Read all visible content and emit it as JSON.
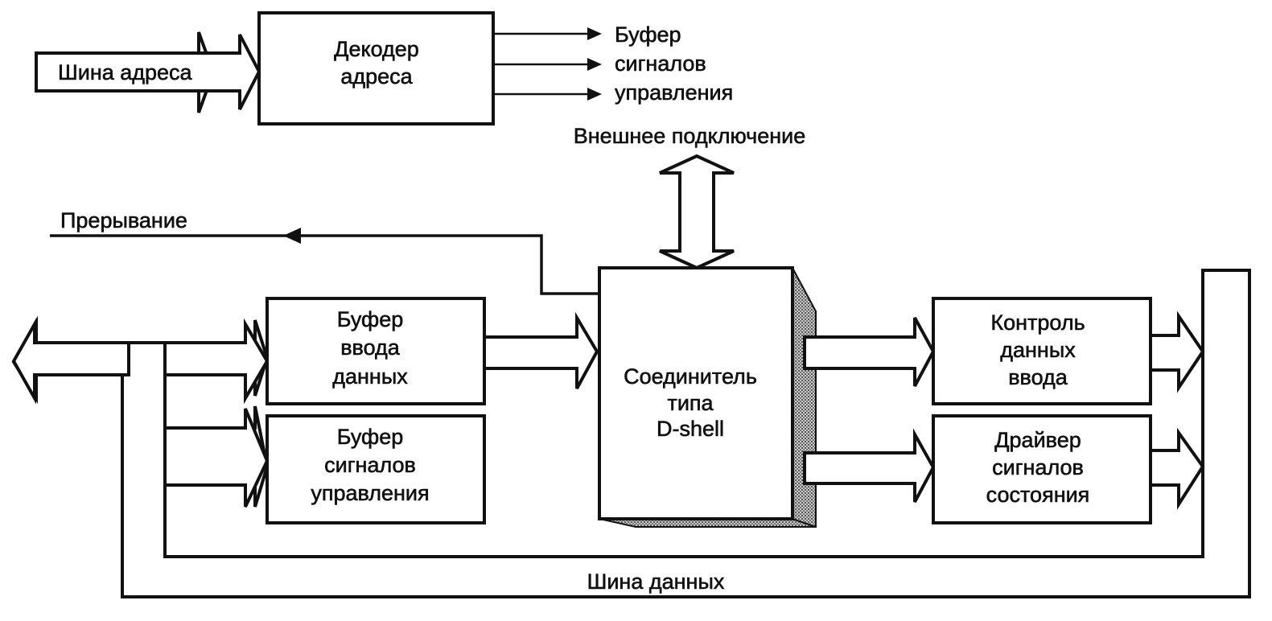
{
  "diagram": {
    "title": "",
    "colors": {
      "line": "#111111",
      "fill": "#ffffff",
      "shade": "#9a9a9a"
    },
    "address_bus": {
      "label": "Шина адреса"
    },
    "address_decoder": {
      "label_lines": [
        "Декодер",
        "адреса"
      ]
    },
    "decoder_outputs": {
      "target_lines": [
        "Буфер",
        "сигналов",
        "управления"
      ]
    },
    "external_connection": {
      "label": "Внешнее подключение"
    },
    "interrupt": {
      "label": "Прерывание"
    },
    "input_buffer": {
      "label_lines": [
        "Буфер",
        "ввода",
        "данных"
      ]
    },
    "control_buffer": {
      "label_lines": [
        "Буфер",
        "сигналов",
        "управления"
      ]
    },
    "connector": {
      "label_lines": [
        "Соединитель",
        "типа",
        "D-shell"
      ]
    },
    "input_control": {
      "label_lines": [
        "Контроль",
        "данных",
        "ввода"
      ]
    },
    "status_driver": {
      "label_lines": [
        "Драйвер",
        "сигналов",
        "состояния"
      ]
    },
    "data_bus": {
      "label": "Шина данных"
    }
  }
}
